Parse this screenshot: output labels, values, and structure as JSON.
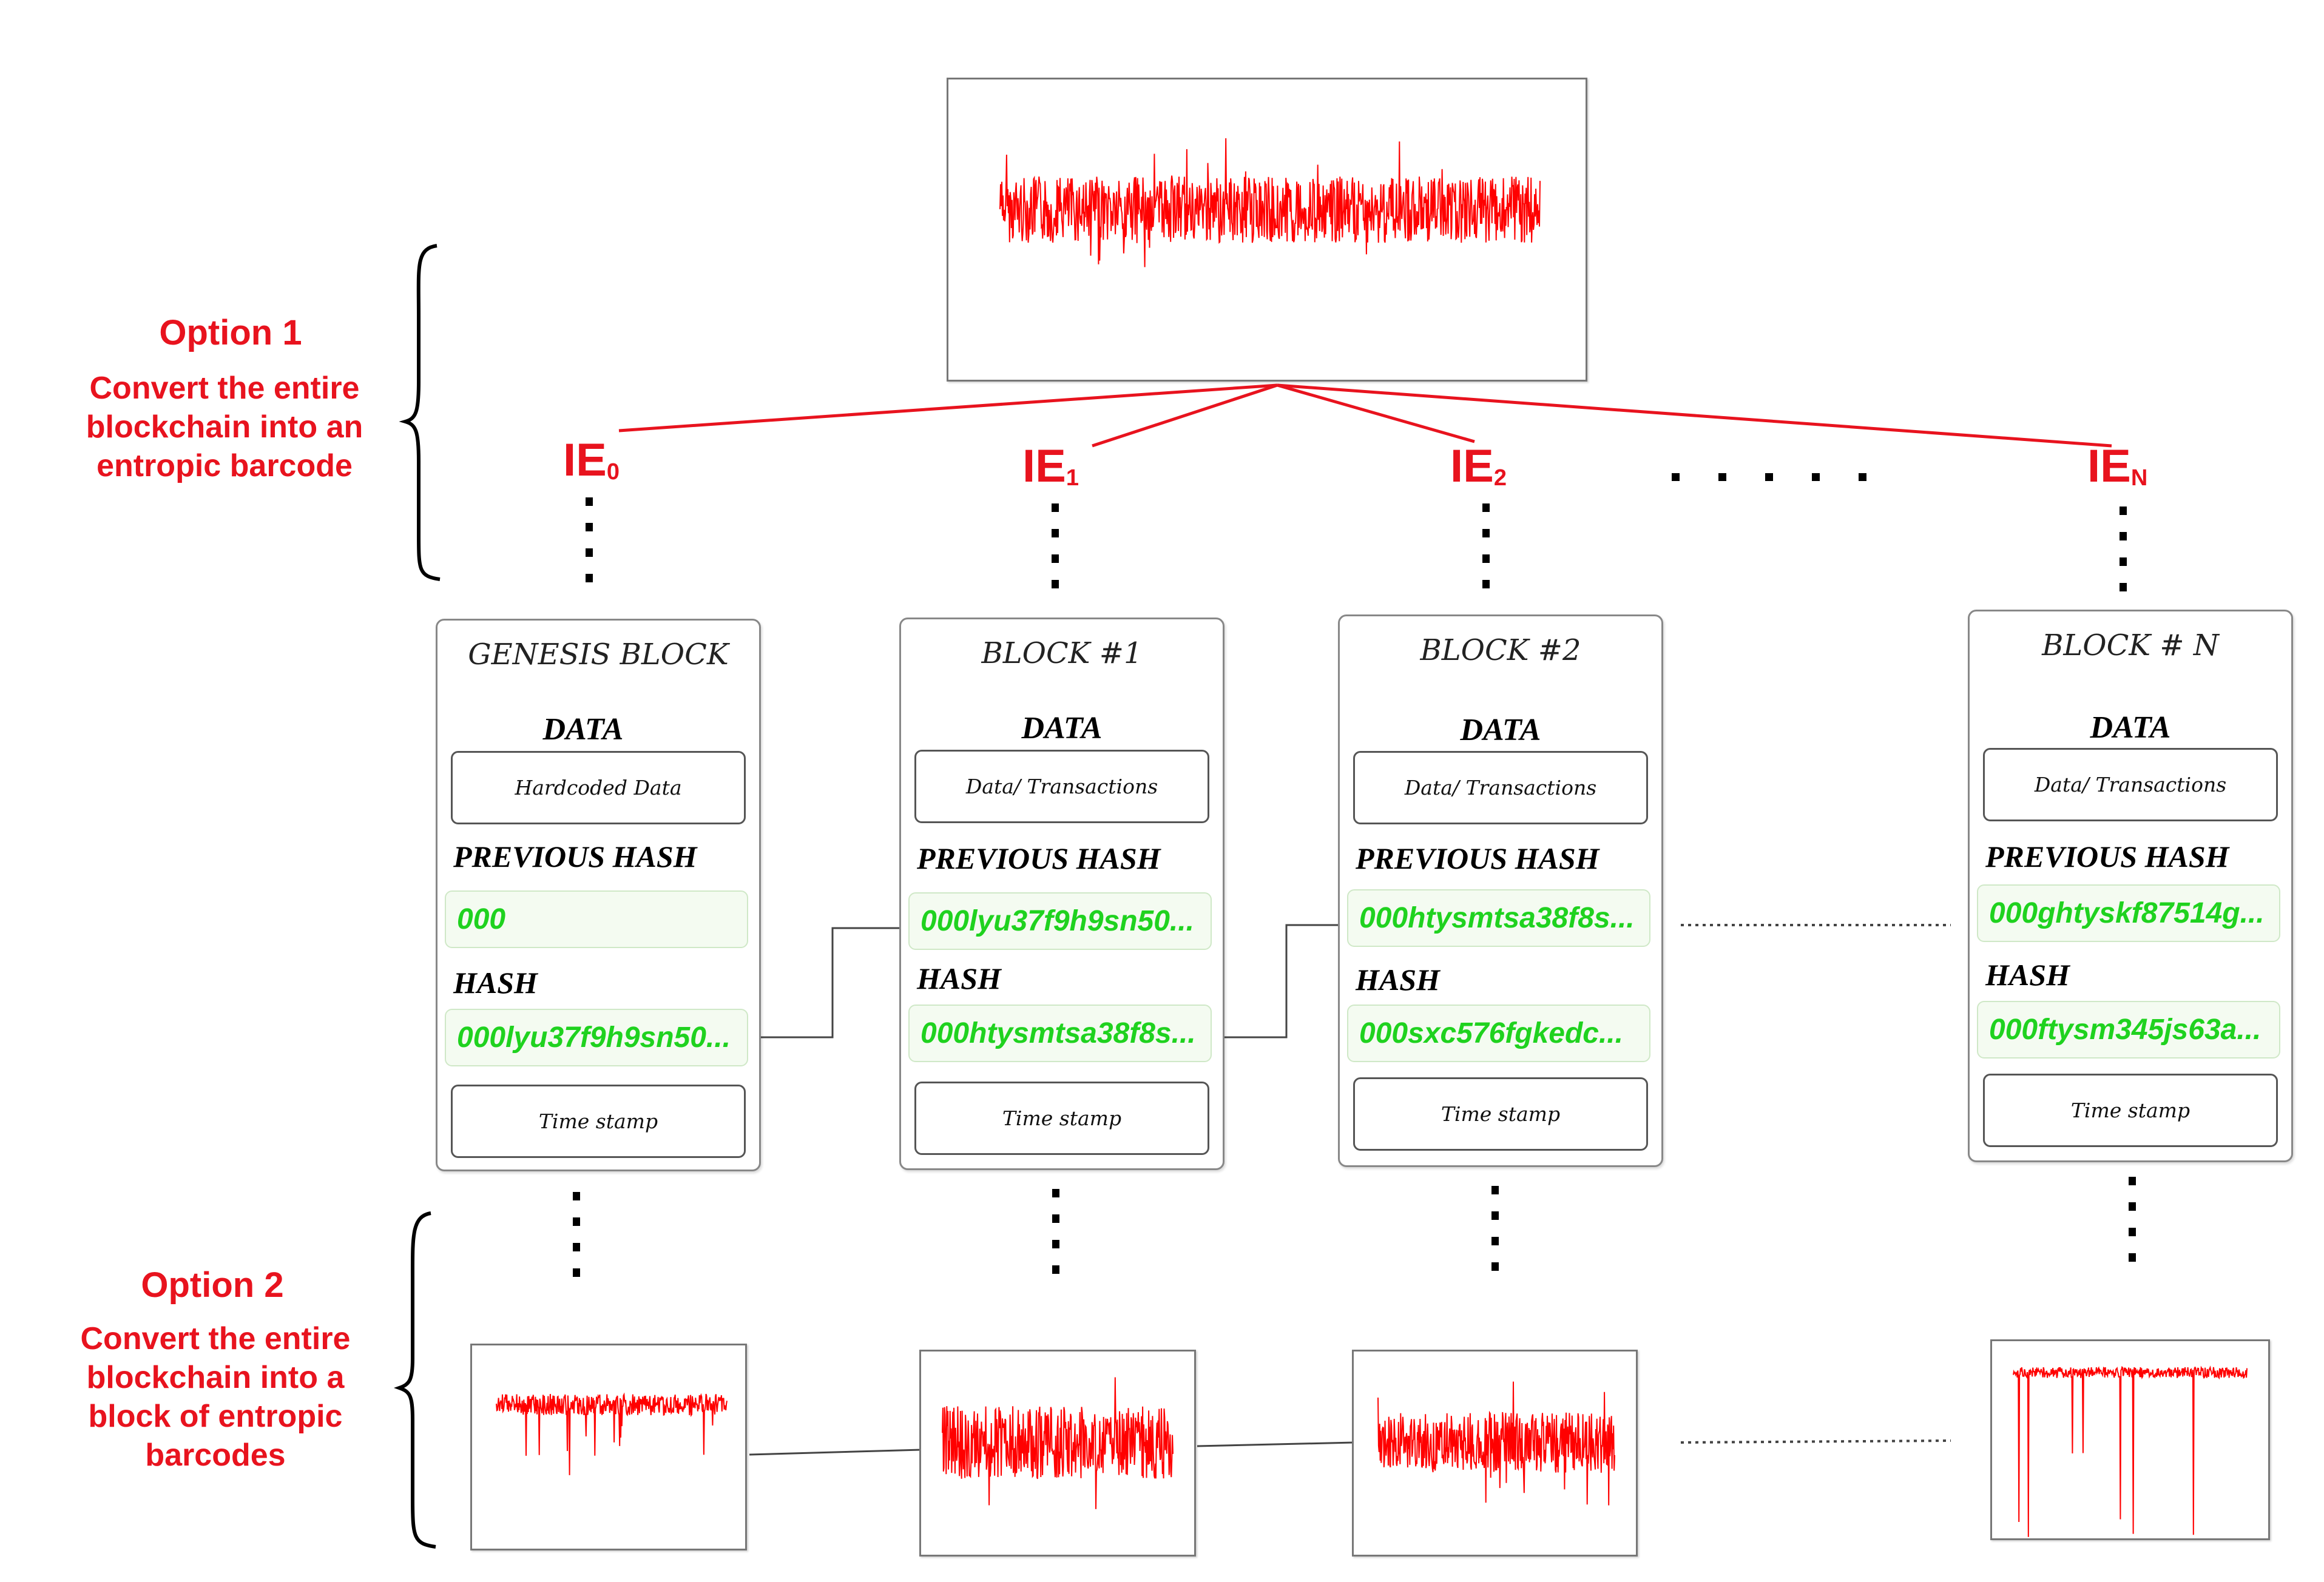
{
  "option1": {
    "title": "Option 1",
    "desc_lines": [
      "Convert the entire",
      "blockchain into an",
      "entropic barcode"
    ]
  },
  "option2": {
    "title": "Option 2",
    "desc_lines": [
      "Convert the entire",
      "blockchain into a",
      "block of entropic",
      "barcodes"
    ]
  },
  "ie_labels": [
    {
      "main": "IE",
      "sub": "0"
    },
    {
      "main": "IE",
      "sub": "1"
    },
    {
      "main": "IE",
      "sub": "2"
    },
    {
      "main": "IE",
      "sub": "N"
    }
  ],
  "blocks": [
    {
      "title": "GENESIS BLOCK",
      "data_label": "DATA",
      "data_value": "Hardcoded Data",
      "prev_label": "PREVIOUS HASH",
      "prev_hash": "000",
      "hash_label": "HASH",
      "hash": "000lyu37f9h9sn50...",
      "timestamp": "Time stamp"
    },
    {
      "title": "BLOCK #1",
      "data_label": "DATA",
      "data_value": "Data/ Transactions",
      "prev_label": "PREVIOUS HASH",
      "prev_hash": "000lyu37f9h9sn50...",
      "hash_label": "HASH",
      "hash": "000htysmtsa38f8s...",
      "timestamp": "Time stamp"
    },
    {
      "title": "BLOCK #2",
      "data_label": "DATA",
      "data_value": "Data/ Transactions",
      "prev_label": "PREVIOUS HASH",
      "prev_hash": "000htysmtsa38f8s...",
      "hash_label": "HASH",
      "hash": "000sxc576fgkedc...",
      "timestamp": "Time stamp"
    },
    {
      "title": "BLOCK # N",
      "data_label": "DATA",
      "data_value": "Data/ Transactions",
      "prev_label": "PREVIOUS HASH",
      "prev_hash": "000ghtyskf87514g...",
      "hash_label": "HASH",
      "hash": "000ftysm345js63a...",
      "timestamp": "Time stamp"
    }
  ],
  "colors": {
    "accent": "#e8131e",
    "hash_green": "#1fd21f",
    "signal": "#ff0000"
  }
}
